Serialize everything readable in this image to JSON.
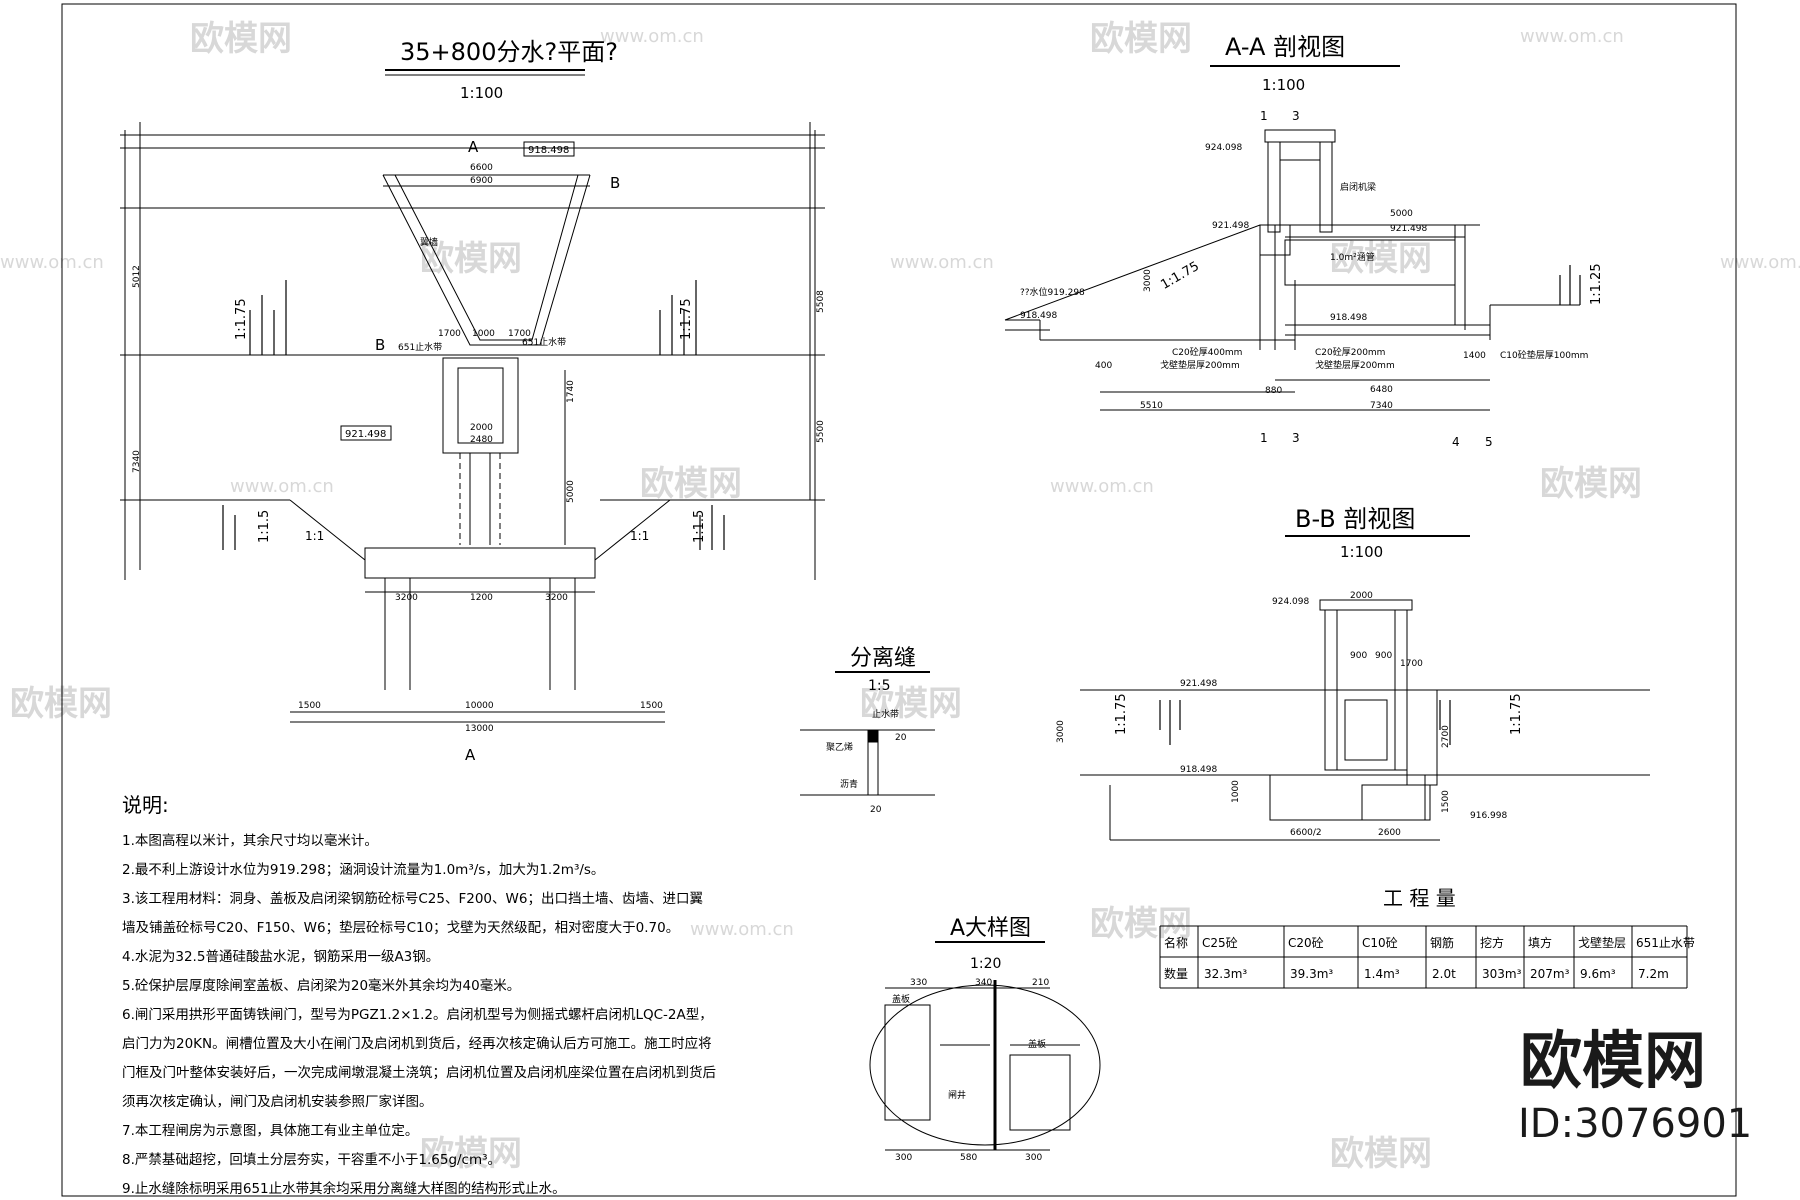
{
  "plan": {
    "title": "35+800分水?平面?",
    "scale": "1:100",
    "elevation_top": "918.498",
    "elevation_floor": "921.498",
    "section_a_top": "A",
    "section_a_bottom": "A",
    "section_b_left": "B",
    "section_b_right": "B",
    "slope_left": "1:1.75",
    "slope_right": "1:1.75",
    "slope_low_left": "1:1.5",
    "slope_low_right": "1:1.5",
    "slope_small_left": "1:1",
    "slope_small_right": "1:1",
    "stop_left": "651止水带",
    "stop_right": "651止水带",
    "wing_label": "翼墙",
    "dims": {
      "d6600": "6600",
      "d6900": "6900",
      "d1700a": "1700",
      "d1000": "1000",
      "d1700b": "1700",
      "d2000": "2000",
      "d2480": "2480",
      "d3200a": "3200",
      "d1200": "1200",
      "d3200b": "3200",
      "d1500a": "1500",
      "d10000": "10000",
      "d1500b": "1500",
      "d13000": "13000",
      "d5000": "5000",
      "d1740": "1740",
      "d5500": "5500",
      "d7340": "7340",
      "d5012": "5012",
      "d5508": "5508"
    }
  },
  "section_aa": {
    "title": "A-A 剖视图",
    "scale": "1:100",
    "el_924": "924.098",
    "el_921": "921.498",
    "el_918": "918.498",
    "el_919": "??水位919.298",
    "el_918b": "918.498",
    "slope": "1:1.75",
    "slope_r": "1:1.25",
    "c20a": "C20砼厚400mm",
    "c20a2": "戈壁垫层厚200mm",
    "c20b": "C20砼厚200mm",
    "c20b2": "戈壁垫层厚200mm",
    "c10": "C10砼垫层厚100mm",
    "gate": "启闭机梁",
    "pipe": "1.0m²涵管",
    "d5000": "5000",
    "d3000": "3000",
    "d6480": "6480",
    "d5510": "5510",
    "d7340": "7340",
    "d1400": "1400",
    "d880": "880",
    "d400": "400",
    "cut1": "1",
    "cut3": "3",
    "cut4": "4",
    "cut5": "5"
  },
  "section_bb": {
    "title": "B-B 剖视图",
    "scale": "1:100",
    "el_924": "924.098",
    "el_921": "921.498",
    "el_918": "918.498",
    "el_916": "916.998",
    "slope_l": "1:1.75",
    "slope_r": "1:1.75",
    "d2000": "2000",
    "d900a": "900",
    "d900b": "900",
    "d1700": "1700",
    "d3000": "3000",
    "d2700": "2700",
    "d1500": "1500",
    "d1000": "1000",
    "d6600h": "6600/2",
    "d2600": "2600"
  },
  "joint": {
    "title": "分离缝",
    "scale": "1:5",
    "label_top": "止水带",
    "label_mid": "聚乙烯",
    "label_low": "沥青",
    "d20a": "20",
    "d20b": "20"
  },
  "detail_a": {
    "title": "A大样图",
    "scale": "1:20",
    "d330": "330",
    "d340": "340",
    "d210": "210",
    "d300a": "300",
    "d580": "580",
    "d300b": "300",
    "label_left": "盖板",
    "label_right": "盖板",
    "label_center": "闸井"
  },
  "notes": {
    "title": "说明:",
    "lines": [
      "1.本图高程以米计，其余尺寸均以毫米计。",
      "2.最不利上游设计水位为919.298；涵洞设计流量为1.0m³/s，加大为1.2m³/s。",
      "3.该工程用材料：洞身、盖板及启闭梁钢筋砼标号C25、F200、W6；出口挡土墙、齿墙、进口翼",
      "墙及铺盖砼标号C20、F150、W6；垫层砼标号C10；戈壁为天然级配，相对密度大于0.70。",
      "4.水泥为32.5普通硅酸盐水泥，钢筋采用一级A3钢。",
      "5.砼保护层厚度除闸室盖板、启闭梁为20毫米外其余均为40毫米。",
      "6.闸门采用拱形平面铸铁闸门，型号为PGZ1.2×1.2。启闭机型号为侧摇式螺杆启闭机LQC-2A型，",
      "启门力为20KN。闸槽位置及大小在闸门及启闭机到货后，经再次核定确认后方可施工。施工时应将",
      "门框及门叶整体安装好后，一次完成闸墩混凝土浇筑；启闭机位置及启闭机座梁位置在启闭机到货后",
      "须再次核定确认，闸门及启闭机安装参照厂家详图。",
      "7.本工程闸房为示意图，具体施工有业主单位定。",
      "8.严禁基础超挖，回填土分层夯实，干容重不小于1.65g/cm³。",
      "9.止水缝除标明采用651止水带其余均采用分离缝大样图的结构形式止水。"
    ]
  },
  "quantities": {
    "title": "工 程 量",
    "headers": [
      "名称",
      "C25砼",
      "C20砼",
      "C10砼",
      "钢筋",
      "挖方",
      "填方",
      "戈壁垫层",
      "651止水带"
    ],
    "row_label": "数量",
    "values": [
      "32.3m³",
      "39.3m³",
      "1.4m³",
      "2.0t",
      "303m³",
      "207m³",
      "9.6m³",
      "7.2m"
    ]
  },
  "watermark": {
    "brand": "欧模网",
    "site": "www.om.cn",
    "id": "ID:3076901"
  }
}
